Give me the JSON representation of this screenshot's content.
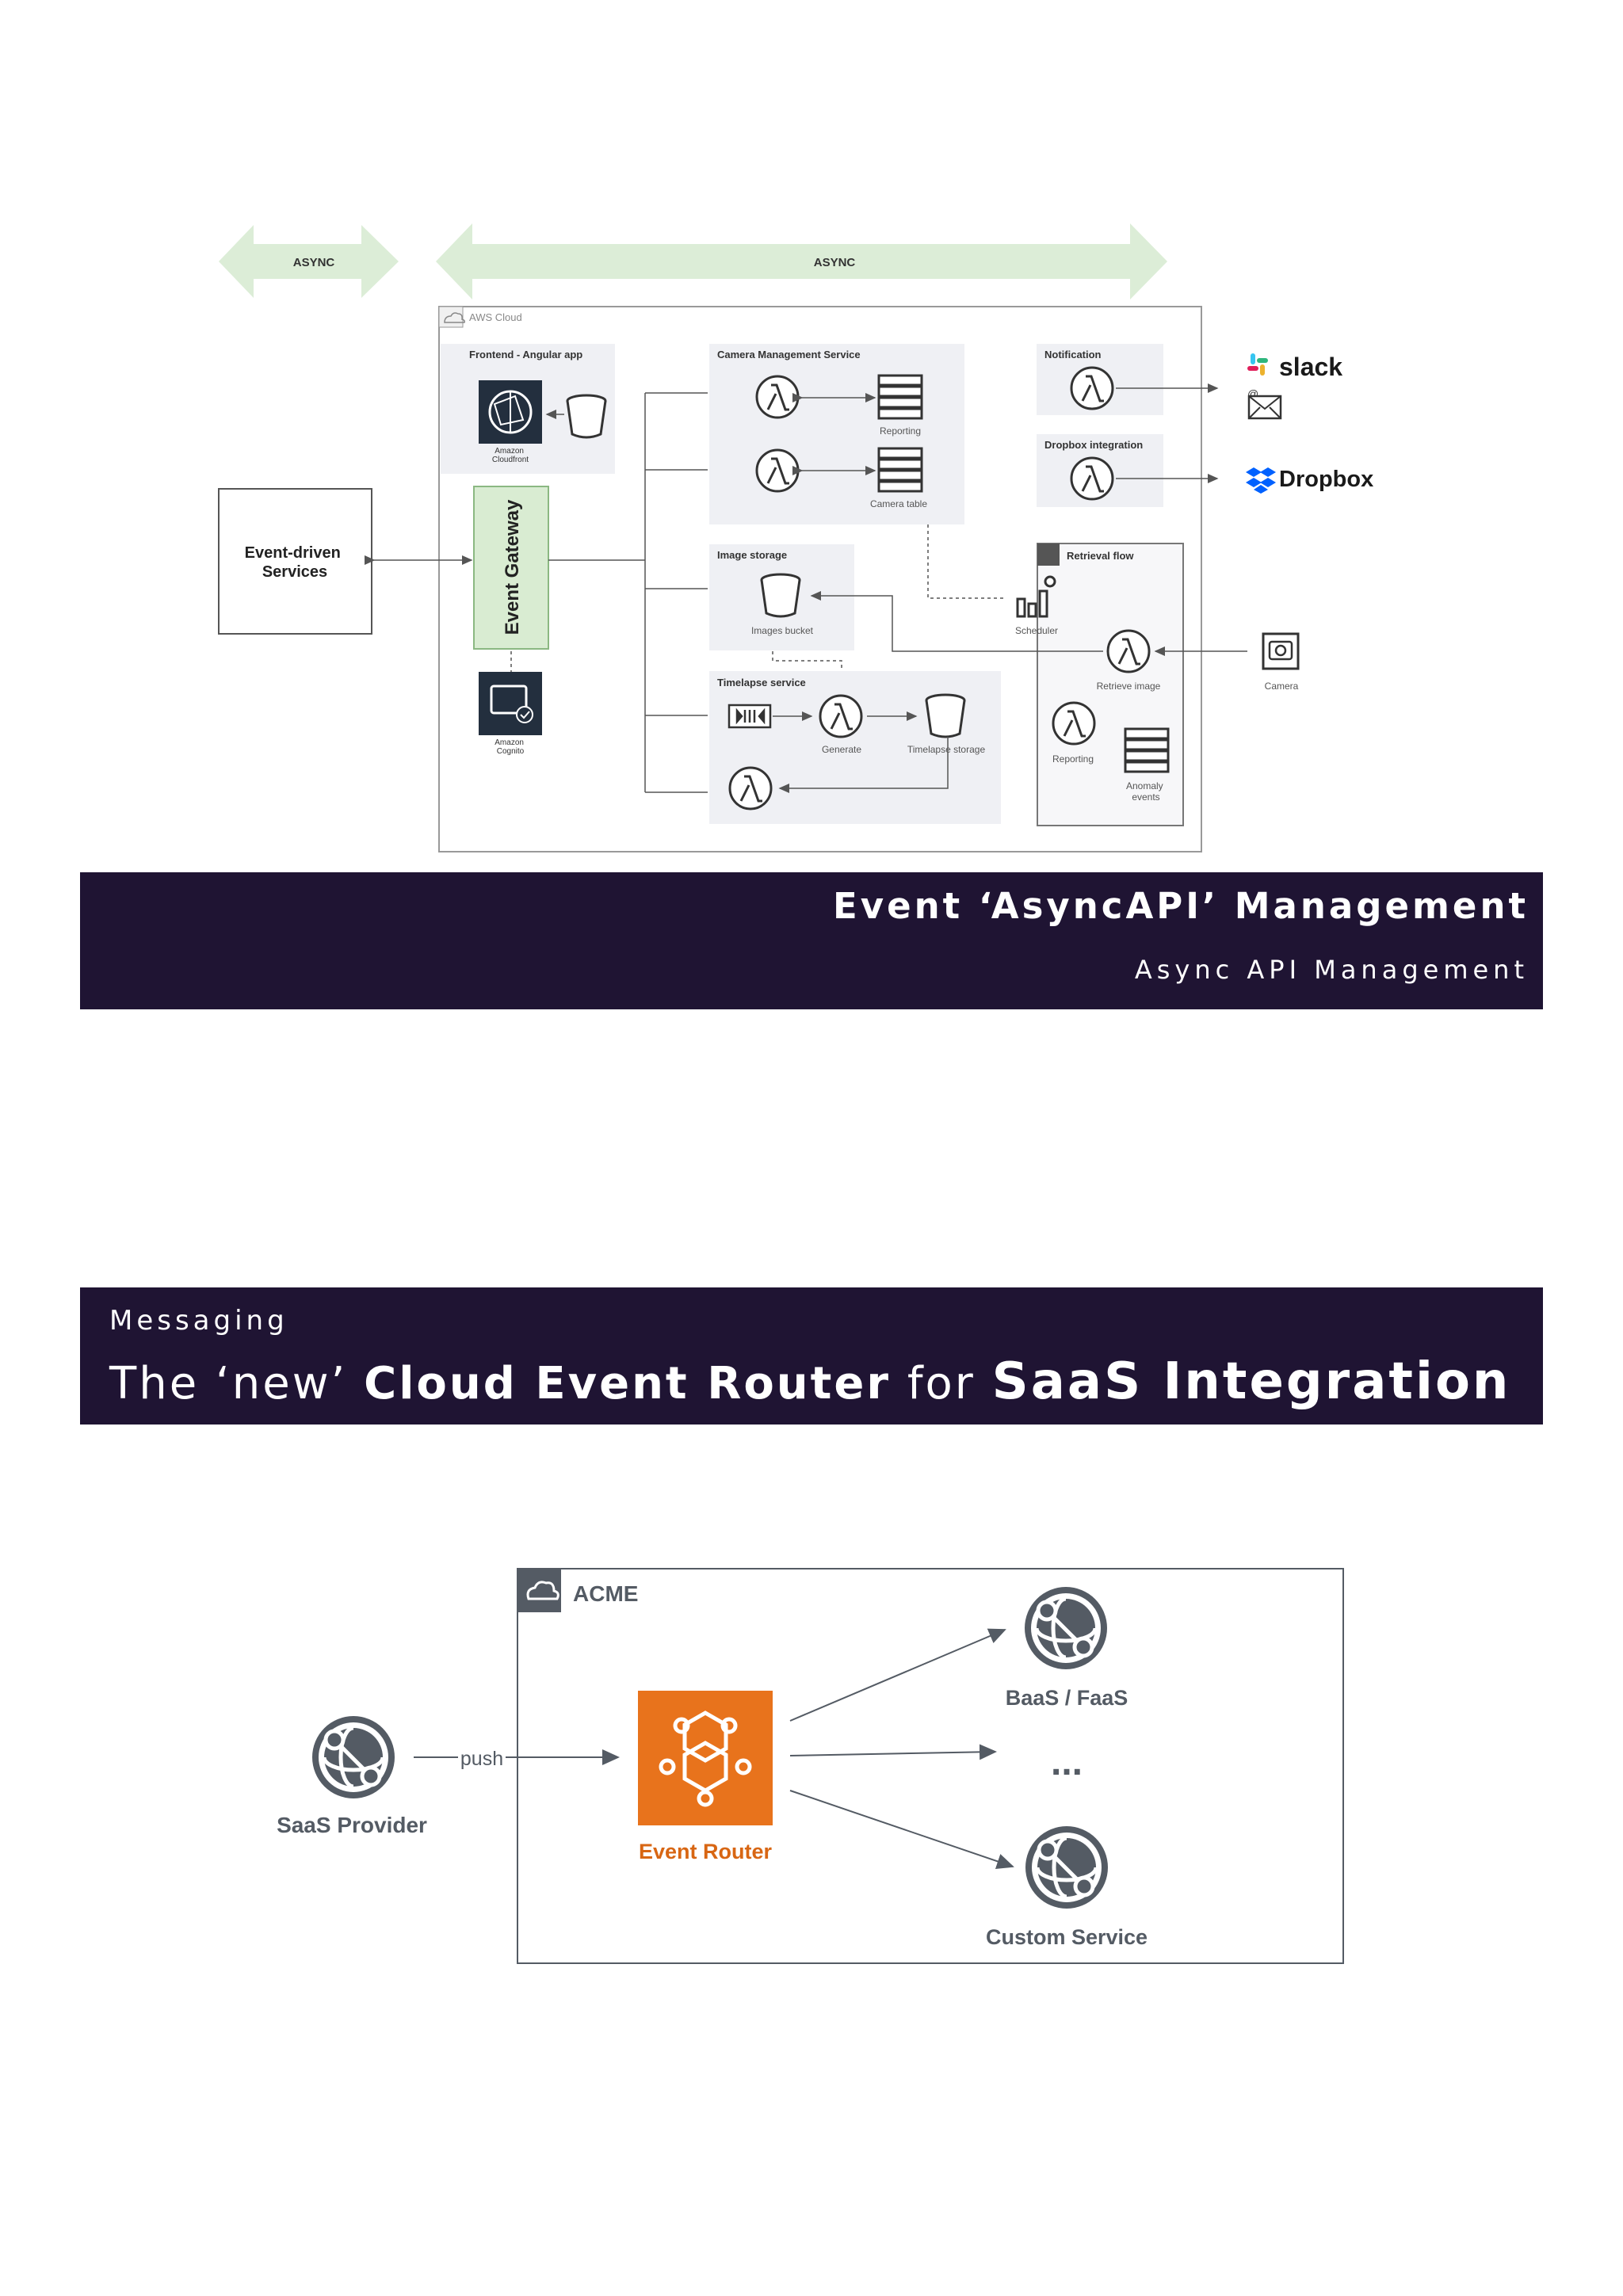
{
  "diagram1": {
    "async_left": "ASYNC",
    "async_right": "ASYNC",
    "aws_cloud": "AWS Cloud",
    "event_driven_services": [
      "Event-driven",
      "Services"
    ],
    "frontend_group": "Frontend - Angular app",
    "cloudfront_label": [
      "Amazon",
      "Cloudfront"
    ],
    "event_gateway": "Event Gateway",
    "cognito_label": [
      "Amazon",
      "Cognito"
    ],
    "camera_mgmt_group": "Camera Management Service",
    "reporting_table": "Reporting",
    "camera_table": "Camera table",
    "notification_group": "Notification",
    "dropbox_group": "Dropbox integration",
    "slack": "slack",
    "dropbox": "Dropbox",
    "image_storage_group": "Image storage",
    "images_bucket": "Images bucket",
    "scheduler": "Scheduler",
    "retrieval_group": "Retrieval flow",
    "retrieve_image": "Retrieve image",
    "camera": "Camera",
    "timelapse_group": "Timelapse service",
    "generate": "Generate",
    "timelapse_storage": "Timelapse storage",
    "reporting_fn": "Reporting",
    "anomaly_events": [
      "Anomaly",
      "events"
    ],
    "colors": {
      "async_arrow": "#dcedd7",
      "gateway_fill": "#d9ecd2",
      "group_fill": "#eff0f4"
    }
  },
  "banner1": {
    "title": "Event ‘AsyncAPI’ Management",
    "subtitle": "Async API Management"
  },
  "banner2": {
    "kicker": "Messaging",
    "title_part1": "The ‘new’ ",
    "title_bold1": "Cloud Event Router",
    "title_part2": " for ",
    "title_bold2": "SaaS Integration"
  },
  "diagram2": {
    "acme": "ACME",
    "saas_provider": "SaaS Provider",
    "push": "push",
    "event_router": "Event Router",
    "baas_faas": "BaaS / FaaS",
    "ellipsis": "...",
    "custom_service": "Custom Service",
    "colors": {
      "router_orange": "#e8731c",
      "label_gray": "#545b64",
      "router_label": "#d86613"
    }
  },
  "colors": {
    "banner_bg": "#1f1433",
    "banner_text": "#ffffff"
  }
}
